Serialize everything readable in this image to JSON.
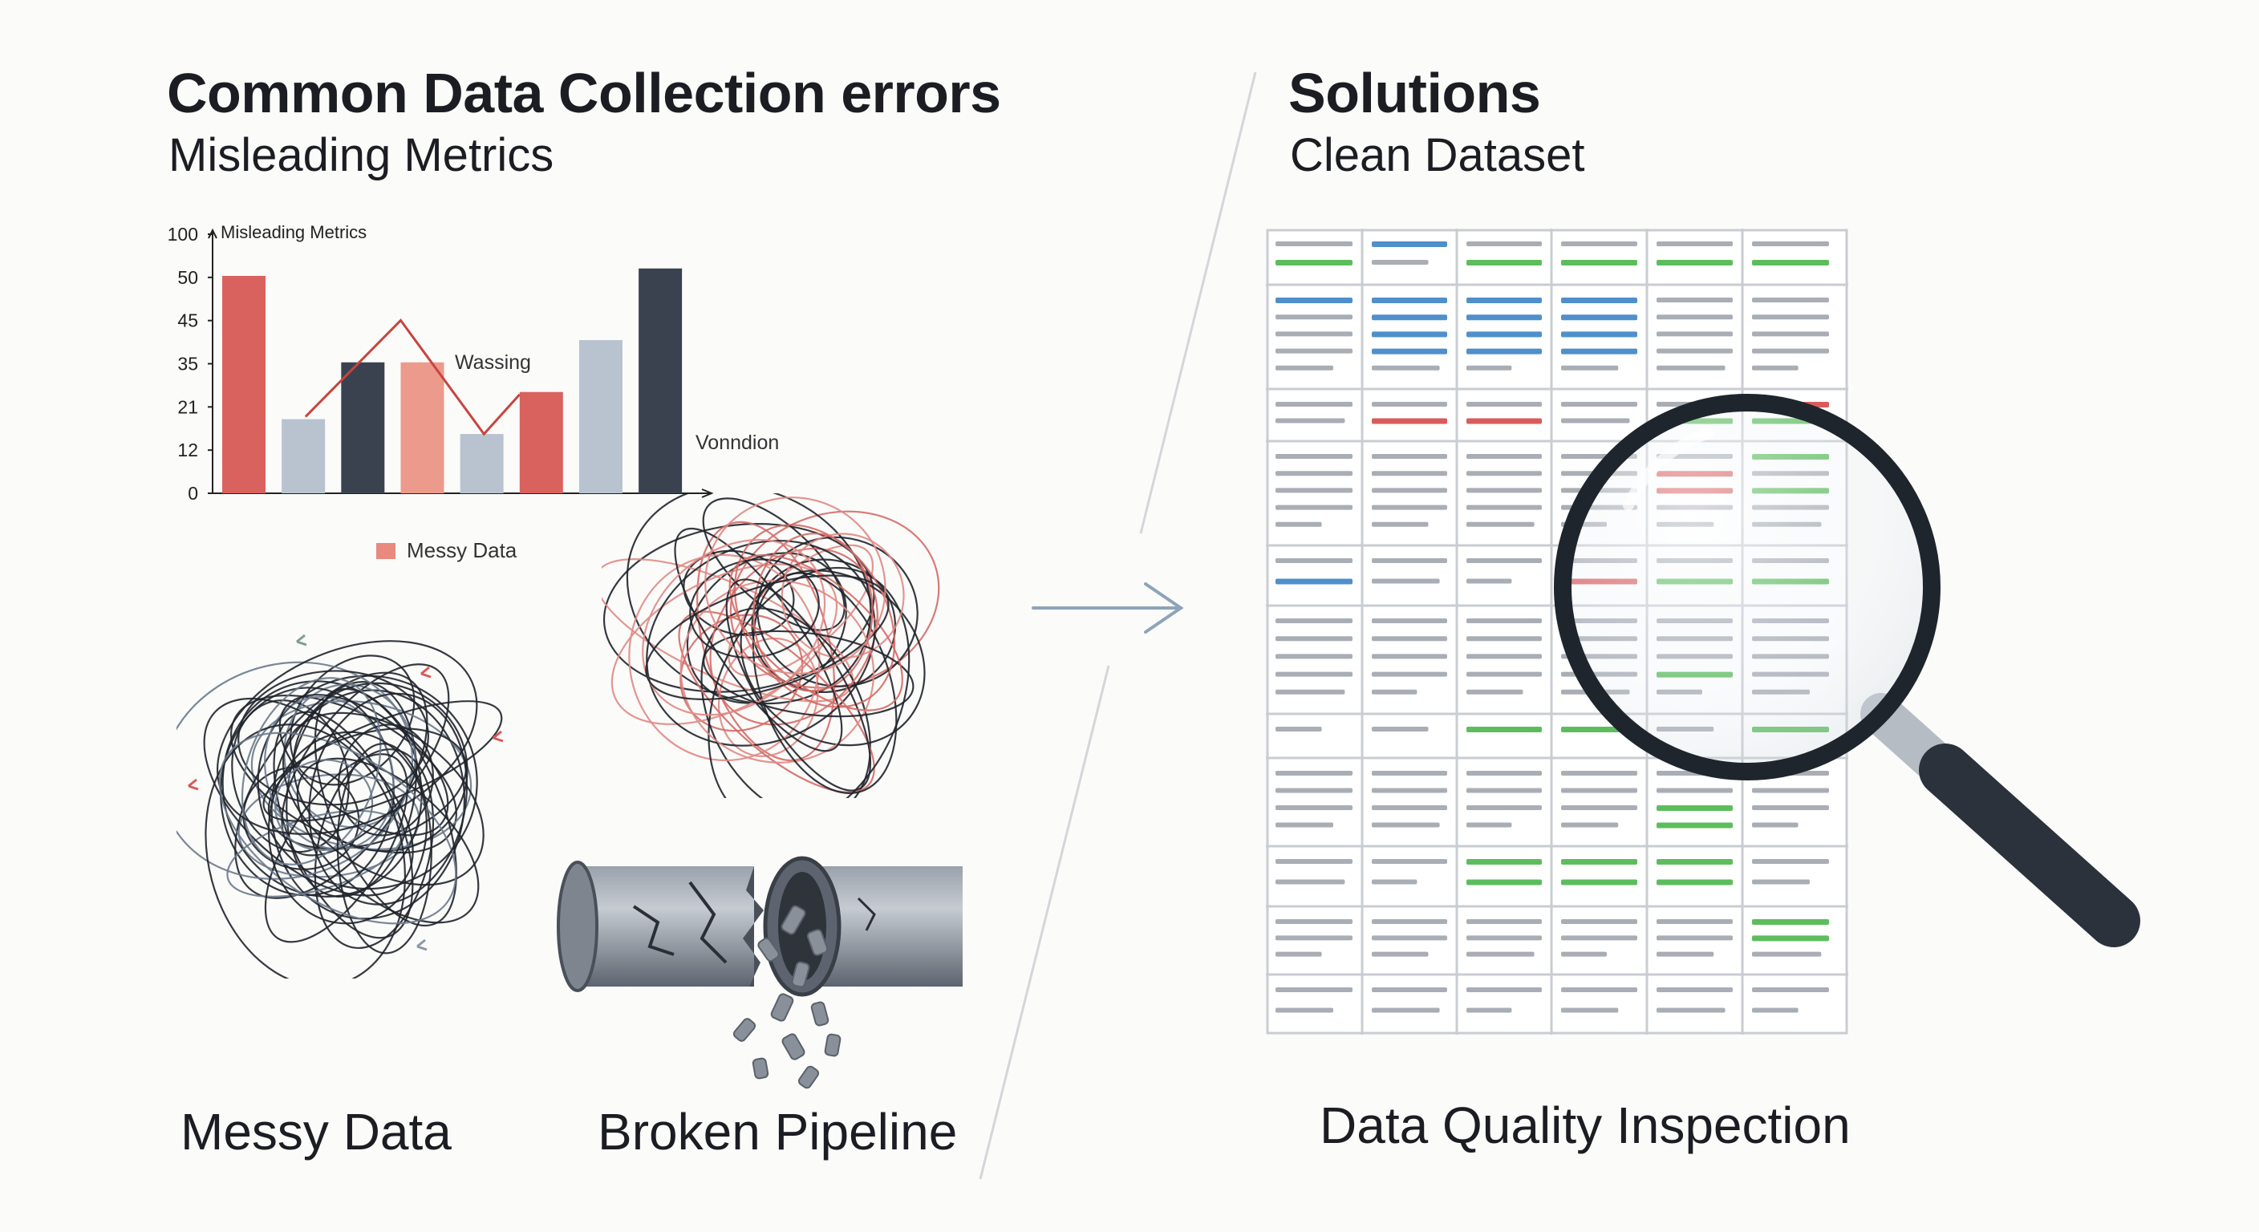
{
  "left": {
    "title": "Common Data Collection errors",
    "subtitle": "Misleading Metrics"
  },
  "right": {
    "title": "Solutions",
    "subtitle": "Clean Dataset"
  },
  "chart_data": {
    "type": "bar",
    "title": "Misleading Metrics",
    "y_tick_labels": [
      "100",
      "50",
      "45",
      "35",
      "21",
      "12",
      "0"
    ],
    "bars": [
      {
        "value": 88,
        "color": "#d9625f"
      },
      {
        "value": 30,
        "color": "#b8c3cf"
      },
      {
        "value": 53,
        "color": "#3a4250"
      },
      {
        "value": 53,
        "color": "#ec9a8c"
      },
      {
        "value": 24,
        "color": "#b8c3cf"
      },
      {
        "value": 41,
        "color": "#d9625f"
      },
      {
        "value": 62,
        "color": "#b8c3cf"
      },
      {
        "value": 91,
        "color": "#3a4250"
      }
    ],
    "line": {
      "x_index": [
        1.4,
        3.0,
        4.4,
        5.0
      ],
      "values": [
        31,
        70,
        24,
        40
      ],
      "color": "#c8443f"
    },
    "annotations": [
      "Wassing",
      "Vonndion"
    ],
    "legend_label": "Messy Data",
    "legend_color": "#e88a7e"
  },
  "captions": {
    "messy": "Messy Data",
    "pipeline": "Broken Pipeline",
    "inspection": "Data Quality Inspection"
  },
  "icons": {
    "arrow": "right-arrow-icon",
    "magnifier": "magnifying-glass-icon",
    "pipe": "broken-pipe-icon",
    "tangle": "tangled-lines-icon"
  },
  "colors": {
    "blue": "#4f8fcc",
    "green": "#5dbd5d",
    "red": "#d95b5b",
    "gray": "#a9adb4",
    "grid": "#c9ccd1"
  }
}
